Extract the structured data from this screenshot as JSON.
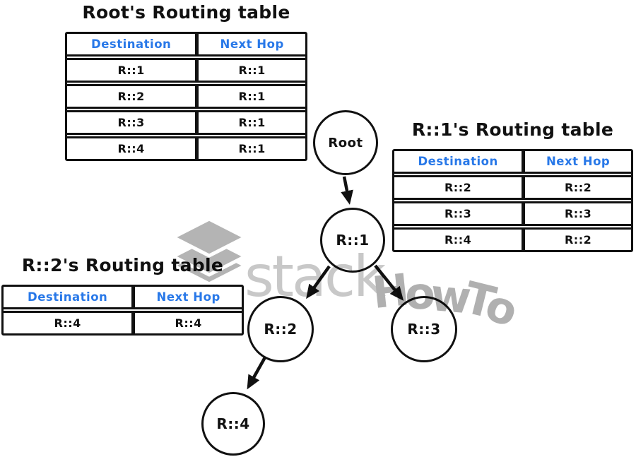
{
  "page": {
    "background": "#ffffff"
  },
  "colors": {
    "header_text": "#2878e8",
    "ink": "#111111",
    "watermark_gray": "#b4b4b4"
  },
  "tables": [
    {
      "id": "root",
      "title": "Root's Routing table",
      "headers": [
        "Destination",
        "Next Hop"
      ],
      "rows": [
        [
          "R::1",
          "R::1"
        ],
        [
          "R::2",
          "R::1"
        ],
        [
          "R::3",
          "R::1"
        ],
        [
          "R::4",
          "R::1"
        ]
      ]
    },
    {
      "id": "r1",
      "title": "R::1's Routing table",
      "headers": [
        "Destination",
        "Next Hop"
      ],
      "rows": [
        [
          "R::2",
          "R::2"
        ],
        [
          "R::3",
          "R::3"
        ],
        [
          "R::4",
          "R::2"
        ]
      ]
    },
    {
      "id": "r2",
      "title": "R::2's Routing table",
      "headers": [
        "Destination",
        "Next Hop"
      ],
      "rows": [
        [
          "R::4",
          "R::4"
        ]
      ]
    }
  ],
  "nodes": [
    {
      "id": "root",
      "label": "Root"
    },
    {
      "id": "r1",
      "label": "R::1"
    },
    {
      "id": "r2",
      "label": "R::2"
    },
    {
      "id": "r3",
      "label": "R::3"
    },
    {
      "id": "r4",
      "label": "R::4"
    }
  ],
  "edges": [
    {
      "from": "Root",
      "to": "R::1"
    },
    {
      "from": "R::1",
      "to": "R::2"
    },
    {
      "from": "R::1",
      "to": "R::3"
    },
    {
      "from": "R::2",
      "to": "R::4"
    }
  ],
  "watermark": {
    "icon": "layers-stack-icon",
    "text_light": "stack",
    "text_bold": "HowTo",
    "color_icon": "#b4b4b4",
    "color_light": "#c8c8c8",
    "color_bold": "#b0b0b0"
  }
}
